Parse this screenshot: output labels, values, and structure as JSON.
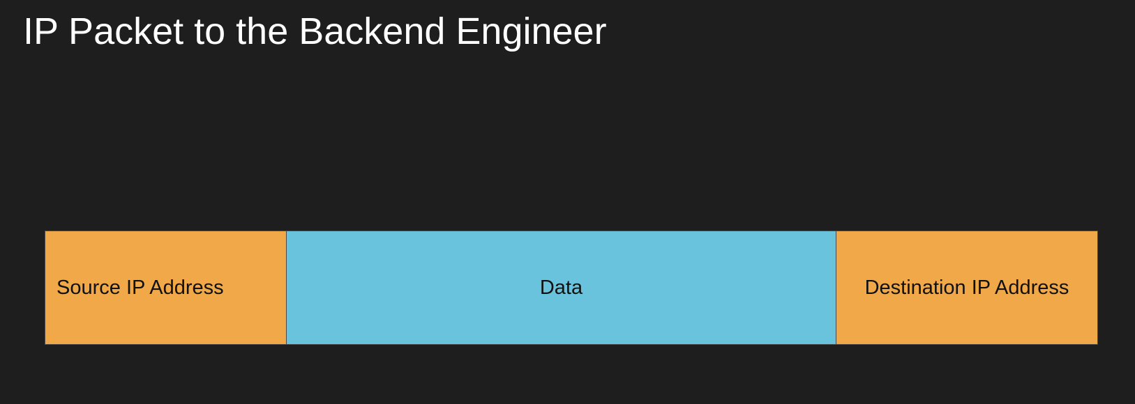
{
  "slide": {
    "title": "IP Packet to the Backend Engineer"
  },
  "packet": {
    "segments": [
      {
        "label": "Source IP Address",
        "color": "#f0a848"
      },
      {
        "label": "Data",
        "color": "#69c3dc"
      },
      {
        "label": "Destination IP Address",
        "color": "#f0a848"
      }
    ]
  },
  "colors": {
    "background": "#1e1e1e",
    "title_text": "#ffffff",
    "segment_text": "#111111",
    "segment_border": "#4a4a4a"
  }
}
